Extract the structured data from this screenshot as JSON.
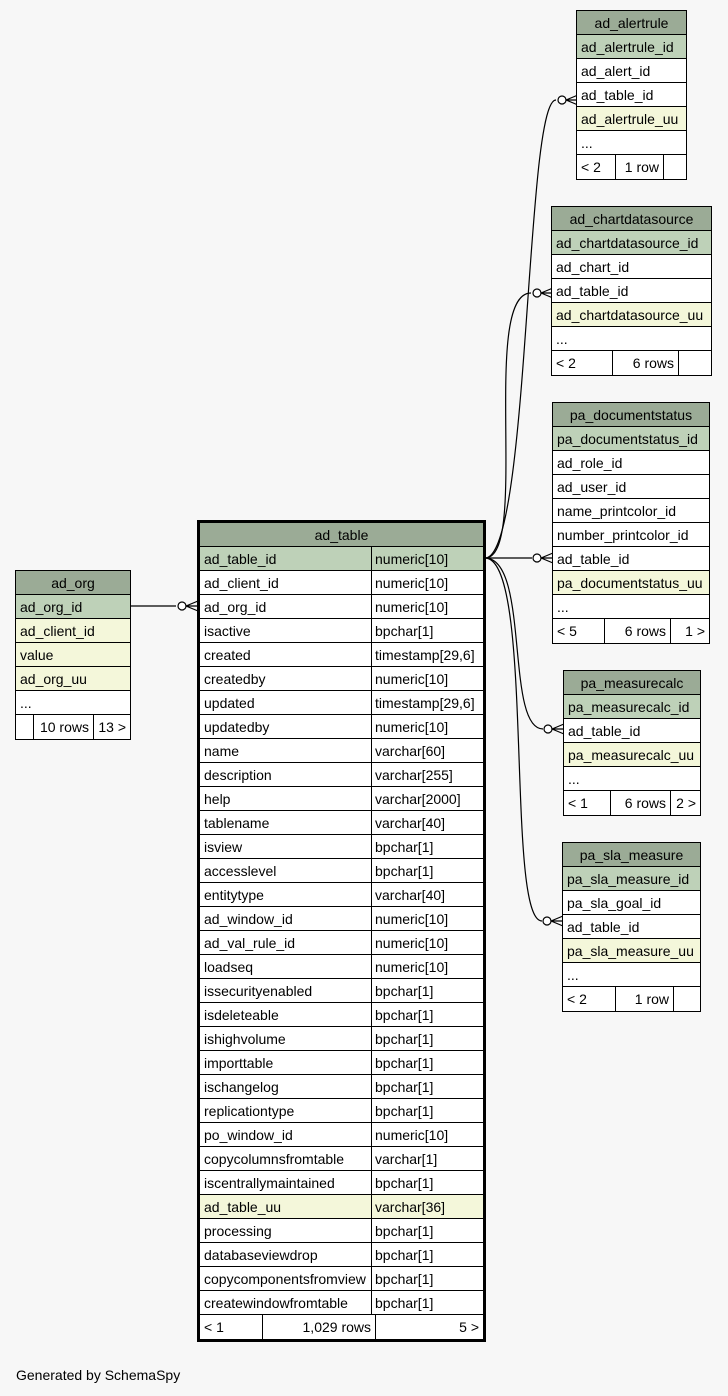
{
  "tables": {
    "ad_table": {
      "title": "ad_table",
      "columns": [
        {
          "name": "ad_table_id",
          "type": "numeric[10]",
          "kind": "pk"
        },
        {
          "name": "ad_client_id",
          "type": "numeric[10]"
        },
        {
          "name": "ad_org_id",
          "type": "numeric[10]"
        },
        {
          "name": "isactive",
          "type": "bpchar[1]"
        },
        {
          "name": "created",
          "type": "timestamp[29,6]"
        },
        {
          "name": "createdby",
          "type": "numeric[10]"
        },
        {
          "name": "updated",
          "type": "timestamp[29,6]"
        },
        {
          "name": "updatedby",
          "type": "numeric[10]"
        },
        {
          "name": "name",
          "type": "varchar[60]"
        },
        {
          "name": "description",
          "type": "varchar[255]"
        },
        {
          "name": "help",
          "type": "varchar[2000]"
        },
        {
          "name": "tablename",
          "type": "varchar[40]"
        },
        {
          "name": "isview",
          "type": "bpchar[1]"
        },
        {
          "name": "accesslevel",
          "type": "bpchar[1]"
        },
        {
          "name": "entitytype",
          "type": "varchar[40]"
        },
        {
          "name": "ad_window_id",
          "type": "numeric[10]"
        },
        {
          "name": "ad_val_rule_id",
          "type": "numeric[10]"
        },
        {
          "name": "loadseq",
          "type": "numeric[10]"
        },
        {
          "name": "issecurityenabled",
          "type": "bpchar[1]"
        },
        {
          "name": "isdeleteable",
          "type": "bpchar[1]"
        },
        {
          "name": "ishighvolume",
          "type": "bpchar[1]"
        },
        {
          "name": "importtable",
          "type": "bpchar[1]"
        },
        {
          "name": "ischangelog",
          "type": "bpchar[1]"
        },
        {
          "name": "replicationtype",
          "type": "bpchar[1]"
        },
        {
          "name": "po_window_id",
          "type": "numeric[10]"
        },
        {
          "name": "copycolumnsfromtable",
          "type": "varchar[1]"
        },
        {
          "name": "iscentrallymaintained",
          "type": "bpchar[1]"
        },
        {
          "name": "ad_table_uu",
          "type": "varchar[36]",
          "kind": "uu"
        },
        {
          "name": "processing",
          "type": "bpchar[1]"
        },
        {
          "name": "databaseviewdrop",
          "type": "bpchar[1]"
        },
        {
          "name": "copycomponentsfromview",
          "type": "bpchar[1]"
        },
        {
          "name": "createwindowfromtable",
          "type": "bpchar[1]"
        }
      ],
      "footer": [
        "< 1",
        "1,029 rows",
        "5 >"
      ]
    },
    "ad_org": {
      "title": "ad_org",
      "columns": [
        {
          "name": "ad_org_id",
          "kind": "pk"
        },
        {
          "name": "ad_client_id",
          "kind": "uu"
        },
        {
          "name": "value",
          "kind": "uu"
        },
        {
          "name": "ad_org_uu",
          "kind": "uu"
        },
        {
          "name": "..."
        }
      ],
      "footer": [
        "",
        "10 rows",
        "13 >"
      ]
    },
    "ad_alertrule": {
      "title": "ad_alertrule",
      "columns": [
        {
          "name": "ad_alertrule_id",
          "kind": "pk"
        },
        {
          "name": "ad_alert_id"
        },
        {
          "name": "ad_table_id"
        },
        {
          "name": "ad_alertrule_uu",
          "kind": "uu"
        },
        {
          "name": "..."
        }
      ],
      "footer": [
        "< 2",
        "1 row",
        ""
      ]
    },
    "ad_chartdatasource": {
      "title": "ad_chartdatasource",
      "columns": [
        {
          "name": "ad_chartdatasource_id",
          "kind": "pk"
        },
        {
          "name": "ad_chart_id"
        },
        {
          "name": "ad_table_id"
        },
        {
          "name": "ad_chartdatasource_uu",
          "kind": "uu"
        },
        {
          "name": "..."
        }
      ],
      "footer": [
        "< 2",
        "6 rows",
        ""
      ]
    },
    "pa_documentstatus": {
      "title": "pa_documentstatus",
      "columns": [
        {
          "name": "pa_documentstatus_id",
          "kind": "pk"
        },
        {
          "name": "ad_role_id"
        },
        {
          "name": "ad_user_id"
        },
        {
          "name": "name_printcolor_id"
        },
        {
          "name": "number_printcolor_id"
        },
        {
          "name": "ad_table_id"
        },
        {
          "name": "pa_documentstatus_uu",
          "kind": "uu"
        },
        {
          "name": "..."
        }
      ],
      "footer": [
        "< 5",
        "6 rows",
        "1 >"
      ]
    },
    "pa_measurecalc": {
      "title": "pa_measurecalc",
      "columns": [
        {
          "name": "pa_measurecalc_id",
          "kind": "pk"
        },
        {
          "name": "ad_table_id"
        },
        {
          "name": "pa_measurecalc_uu",
          "kind": "uu"
        },
        {
          "name": "..."
        }
      ],
      "footer": [
        "< 1",
        "6 rows",
        "2 >"
      ]
    },
    "pa_sla_measure": {
      "title": "pa_sla_measure",
      "columns": [
        {
          "name": "pa_sla_measure_id",
          "kind": "pk"
        },
        {
          "name": "pa_sla_goal_id"
        },
        {
          "name": "ad_table_id"
        },
        {
          "name": "pa_sla_measure_uu",
          "kind": "uu"
        },
        {
          "name": "..."
        }
      ],
      "footer": [
        "< 2",
        "1 row",
        ""
      ]
    }
  },
  "colors": {
    "header": "#9bab96",
    "primary_key": "#bed1b8",
    "unique": "#f4f7da",
    "background": "#f7f7f7"
  },
  "footer_text": "Generated by SchemaSpy"
}
